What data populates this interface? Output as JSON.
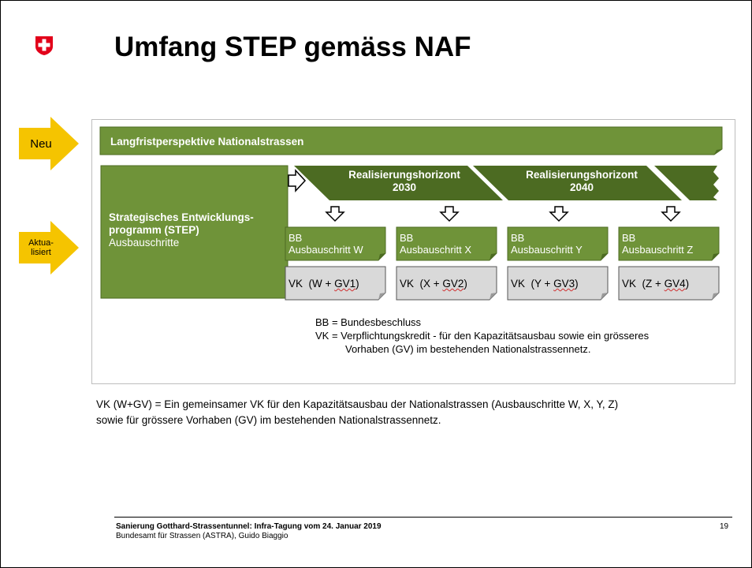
{
  "slide": {
    "title": "Umfang STEP gemäss NAF",
    "page_number": "19"
  },
  "side_arrows": [
    {
      "label": "Neu"
    },
    {
      "label": "Aktua-\nlisiert"
    }
  ],
  "diagram": {
    "top_bar": "Langfristperspektive Nationalstrassen",
    "step_title": "Strategisches Entwicklungs-programm (STEP)",
    "step_subtitle": "Ausbauschritte",
    "horizons": [
      {
        "line1": "Realisierungshorizont",
        "line2": "2030"
      },
      {
        "line1": "Realisierungshorizont",
        "line2": "2040"
      }
    ],
    "columns": [
      {
        "bb": "BB",
        "step": "Ausbauschritt W",
        "vk_prefix": "VK  (W + ",
        "vk_gv": "GV1",
        "vk_suffix": ")"
      },
      {
        "bb": "BB",
        "step": "Ausbauschritt X",
        "vk_prefix": "VK  (X + ",
        "vk_gv": "GV2",
        "vk_suffix": ")"
      },
      {
        "bb": "BB",
        "step": "Ausbauschritt Y",
        "vk_prefix": "VK  (Y + ",
        "vk_gv": "GV3",
        "vk_suffix": ")"
      },
      {
        "bb": "BB",
        "step": "Ausbauschritt Z",
        "vk_prefix": "VK  (Z + ",
        "vk_gv": "GV4",
        "vk_suffix": ")"
      }
    ],
    "legend": {
      "bb": "BB = Bundesbeschluss",
      "vk_line1": "VK = Verpflichtungskredit - für den Kapazitätsausbau sowie ein grösseres",
      "vk_line2": "Vorhaben (GV) im bestehenden Nationalstrassennetz."
    }
  },
  "note": {
    "line1": "VK (W+GV) = Ein gemeinsamer VK für den Kapazitätsausbau der Nationalstrassen (Ausbauschritte W, X, Y, Z)",
    "line2": "sowie für grössere Vorhaben (GV) im bestehenden Nationalstrassennetz."
  },
  "footer": {
    "line1": "Sanierung Gotthard-Strassentunnel: Infra-Tagung vom 24. Januar 2019",
    "line2": "Bundesamt für Strassen (ASTRA), Guido Biaggio"
  },
  "colors": {
    "green": "#6f9339",
    "dark_green": "#4c6b22",
    "grey_box": "#d9d9d9",
    "arrow_yellow": "#f5c400",
    "swiss_red": "#e2001a"
  }
}
